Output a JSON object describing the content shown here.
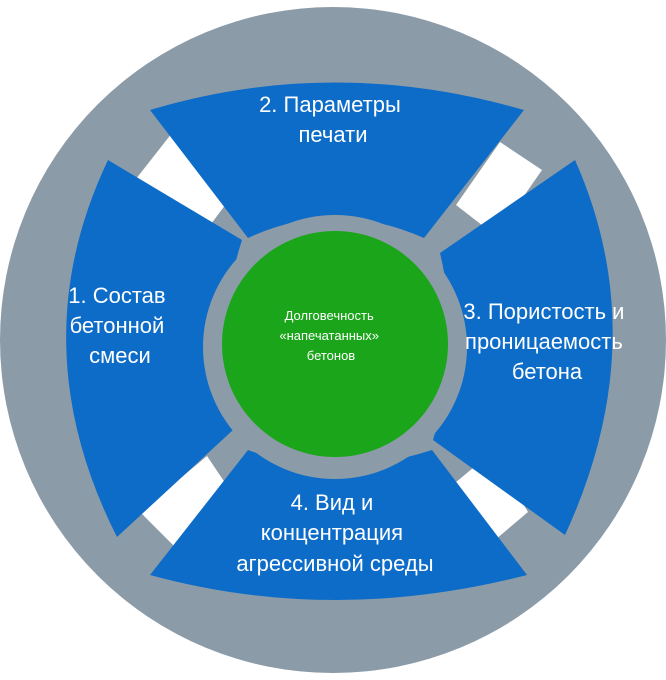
{
  "colors": {
    "outer_ring": "#8c9ba8",
    "inner_ring": "#8c9ba8",
    "segment": "#0c6cc8",
    "connector": "#ffffff",
    "center": "#1aa51a",
    "text": "#ffffff"
  },
  "center": {
    "lines": [
      "Долговечность",
      "«напечатанных»",
      "бетонов"
    ]
  },
  "segments": [
    {
      "id": "left",
      "lines": [
        "1. Состав",
        "бетонной",
        "смеси"
      ]
    },
    {
      "id": "top",
      "lines": [
        "2. Параметры",
        "печати"
      ]
    },
    {
      "id": "right",
      "lines": [
        "3. Пористость и",
        "проницаемость",
        "бетона"
      ]
    },
    {
      "id": "bottom",
      "lines": [
        "4. Вид и",
        "концентрация",
        "агрессивной среды"
      ]
    }
  ]
}
